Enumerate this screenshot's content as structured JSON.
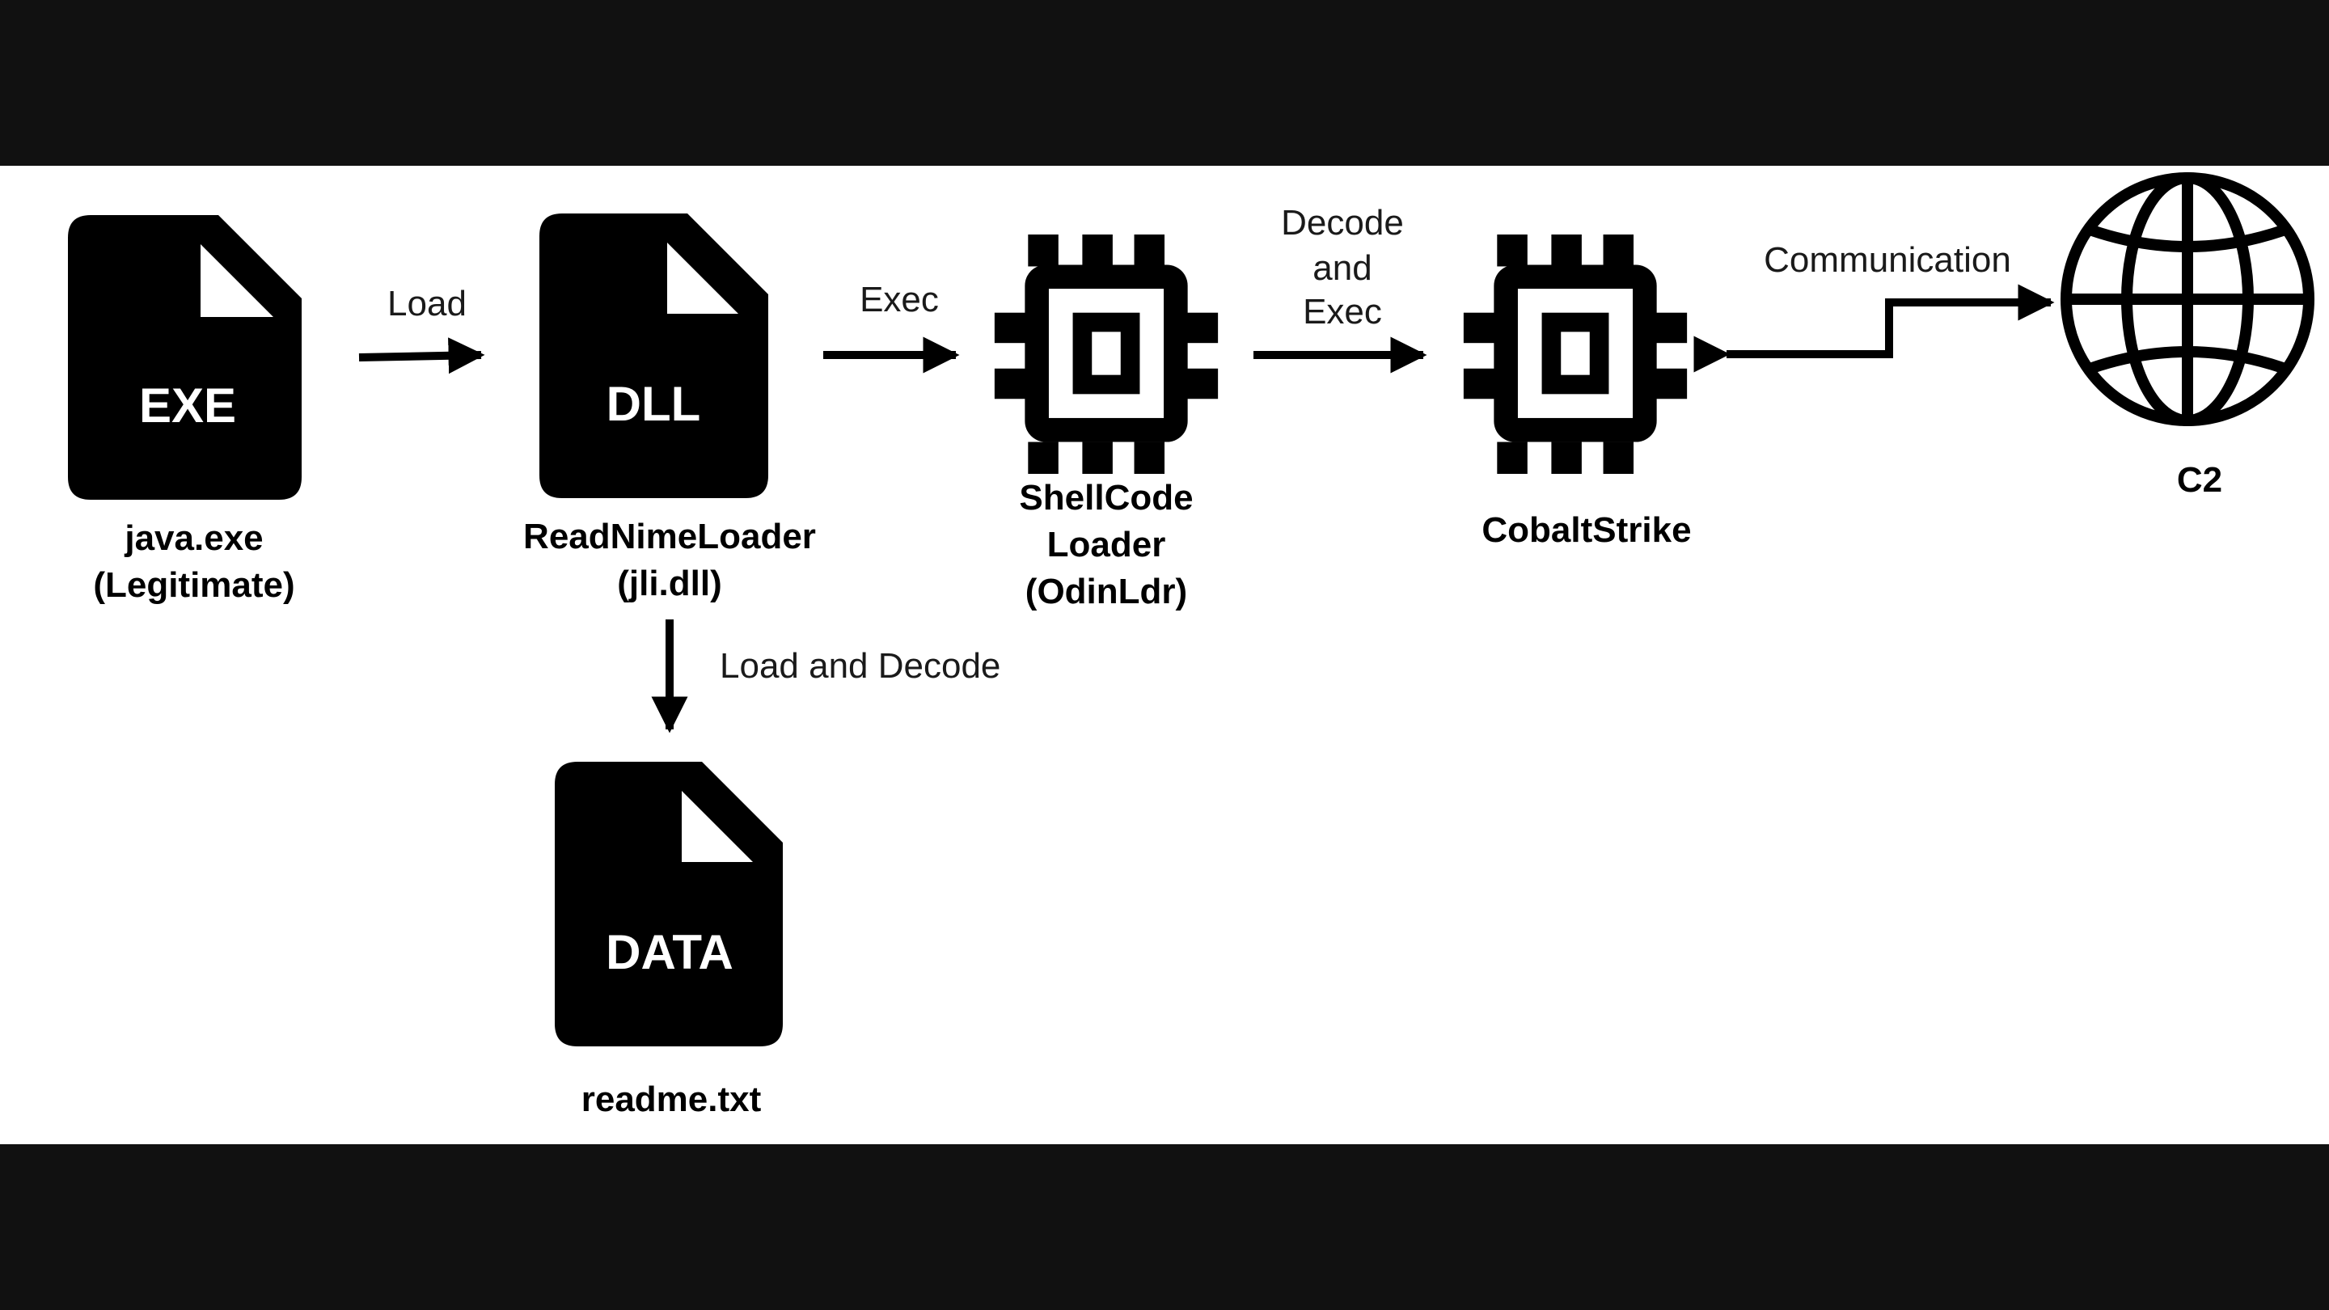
{
  "colors": {
    "letterbox": "#111111",
    "canvas": "#ffffff",
    "ink": "#000000"
  },
  "nodes": {
    "java_exe": {
      "icon": "exe-file-icon",
      "icon_text": "EXE",
      "label_line1": "java.exe",
      "label_line2": "(Legitimate)"
    },
    "readnime_loader": {
      "icon": "dll-file-icon",
      "icon_text": "DLL",
      "label_line1": "ReadNimeLoader",
      "label_line2": "(jli.dll)"
    },
    "shellcode_loader": {
      "icon": "chip-icon",
      "label_line1": "ShellCode",
      "label_line2": "Loader",
      "label_line3": "(OdinLdr)"
    },
    "cobaltstrike": {
      "icon": "chip-icon",
      "label": "CobaltStrike"
    },
    "c2": {
      "icon": "globe-icon",
      "label": "C2"
    },
    "readme_txt": {
      "icon": "data-file-icon",
      "icon_text": "DATA",
      "label": "readme.txt"
    }
  },
  "edges": {
    "load": {
      "label": "Load"
    },
    "exec": {
      "label": "Exec"
    },
    "decode_and_exec": {
      "line1": "Decode",
      "line2": "and",
      "line3": "Exec"
    },
    "communication": {
      "label": "Communication"
    },
    "load_and_decode": {
      "label": "Load and Decode"
    }
  }
}
